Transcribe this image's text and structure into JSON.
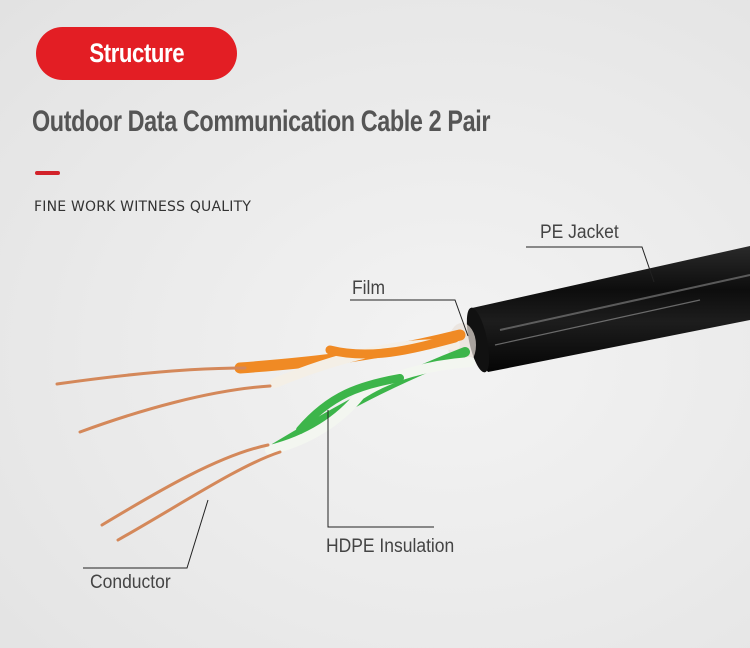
{
  "header": {
    "badge_label": "Structure",
    "title": "Outdoor Data Communication Cable 2 Pair",
    "subtitle": "FINE WORK WITNESS QUALITY"
  },
  "callouts": {
    "pe_jacket": "PE Jacket",
    "film": "Film",
    "hdpe_insulation": "HDPE Insulation",
    "conductor": "Conductor"
  },
  "colors": {
    "accent_red": "#e31e24",
    "title_gray": "#555555",
    "cable_black": "#151515",
    "wire_orange": "#f08a24",
    "wire_green": "#3cb54a",
    "copper": "#d4885a"
  }
}
